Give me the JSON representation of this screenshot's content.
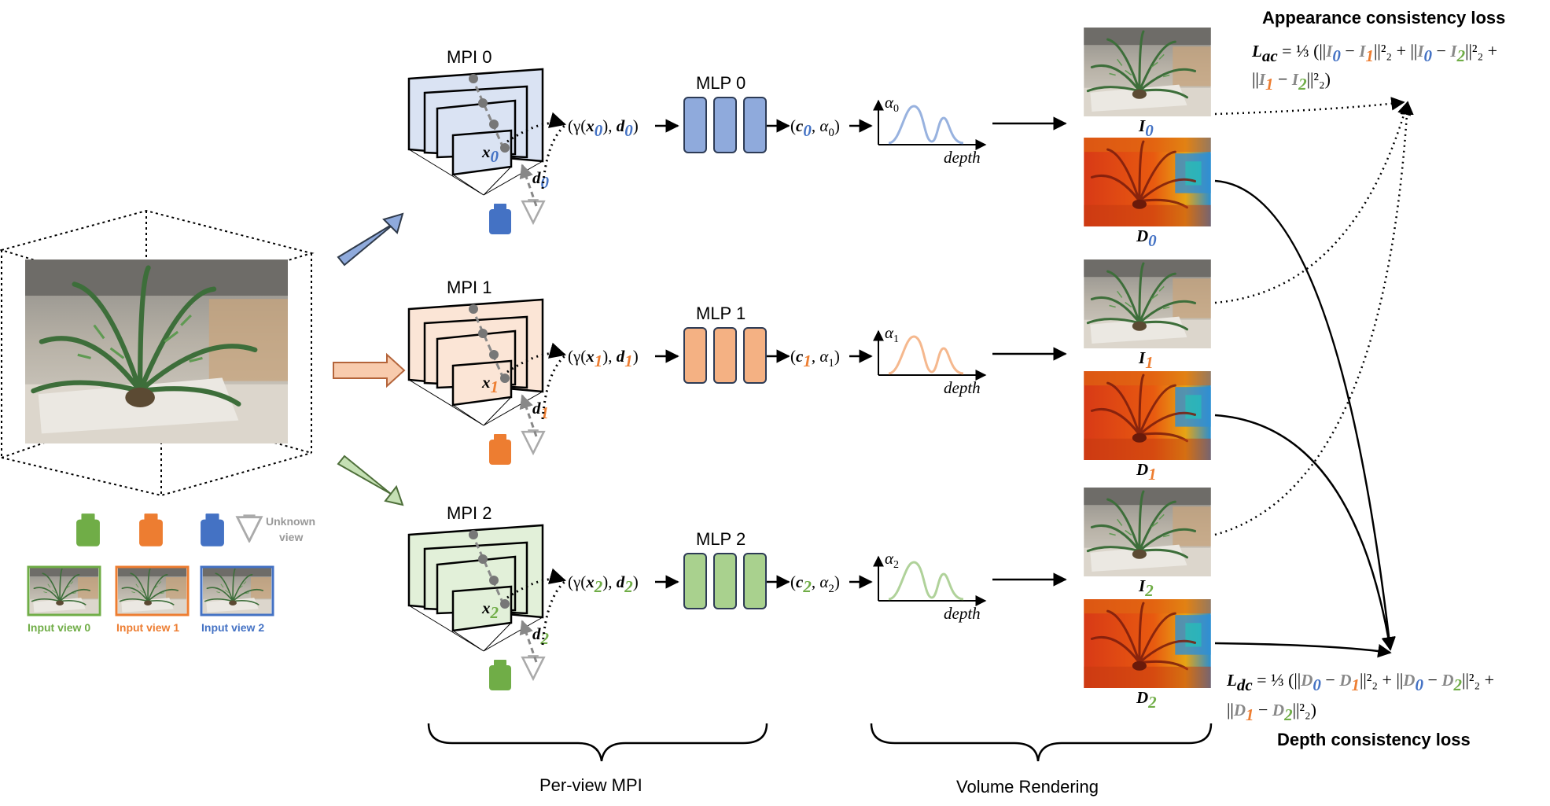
{
  "colors": {
    "view0": "#4472c4",
    "view1": "#ed7d31",
    "view2": "#70ad47",
    "mpi0_fill": "#dae3f3",
    "mpi1_fill": "#fbe5d6",
    "mpi2_fill": "#e2f0d9",
    "mlp0_fill": "#8faadc",
    "mlp1_fill": "#f4b183",
    "mlp2_fill": "#a9d18e"
  },
  "rows": [
    {
      "mpi_label": "MPI 0",
      "mlp_label": "MLP 0",
      "x_sub": "0",
      "d_sub": "0",
      "alpha_sub": "0",
      "image_sub": "0",
      "depth_axis": "depth"
    },
    {
      "mpi_label": "MPI 1",
      "mlp_label": "MLP 1",
      "x_sub": "1",
      "d_sub": "1",
      "alpha_sub": "1",
      "image_sub": "1",
      "depth_axis": "depth"
    },
    {
      "mpi_label": "MPI 2",
      "mlp_label": "MLP 2",
      "x_sub": "2",
      "d_sub": "2",
      "alpha_sub": "2",
      "image_sub": "2",
      "depth_axis": "depth"
    }
  ],
  "symbols": {
    "image": "I",
    "depth": "D",
    "x": "x",
    "d": "d",
    "c": "c",
    "alpha": "α",
    "gamma": "γ"
  },
  "input_views": [
    "Input view 0",
    "Input view 1",
    "Input view 2"
  ],
  "unknown_view": [
    "Unknown",
    "view"
  ],
  "section_labels": {
    "per_view": "Per-view MPI",
    "volume": "Volume Rendering"
  },
  "losses": {
    "appearance_title": "Appearance consistency loss",
    "appearance_sym": "ac",
    "depth_title": "Depth consistency loss",
    "depth_sym": "dc"
  },
  "icons": [
    "camera-icon",
    "unknown-view-icon",
    "plant-photo-icon",
    "depth-map-icon",
    "brace-icon"
  ]
}
